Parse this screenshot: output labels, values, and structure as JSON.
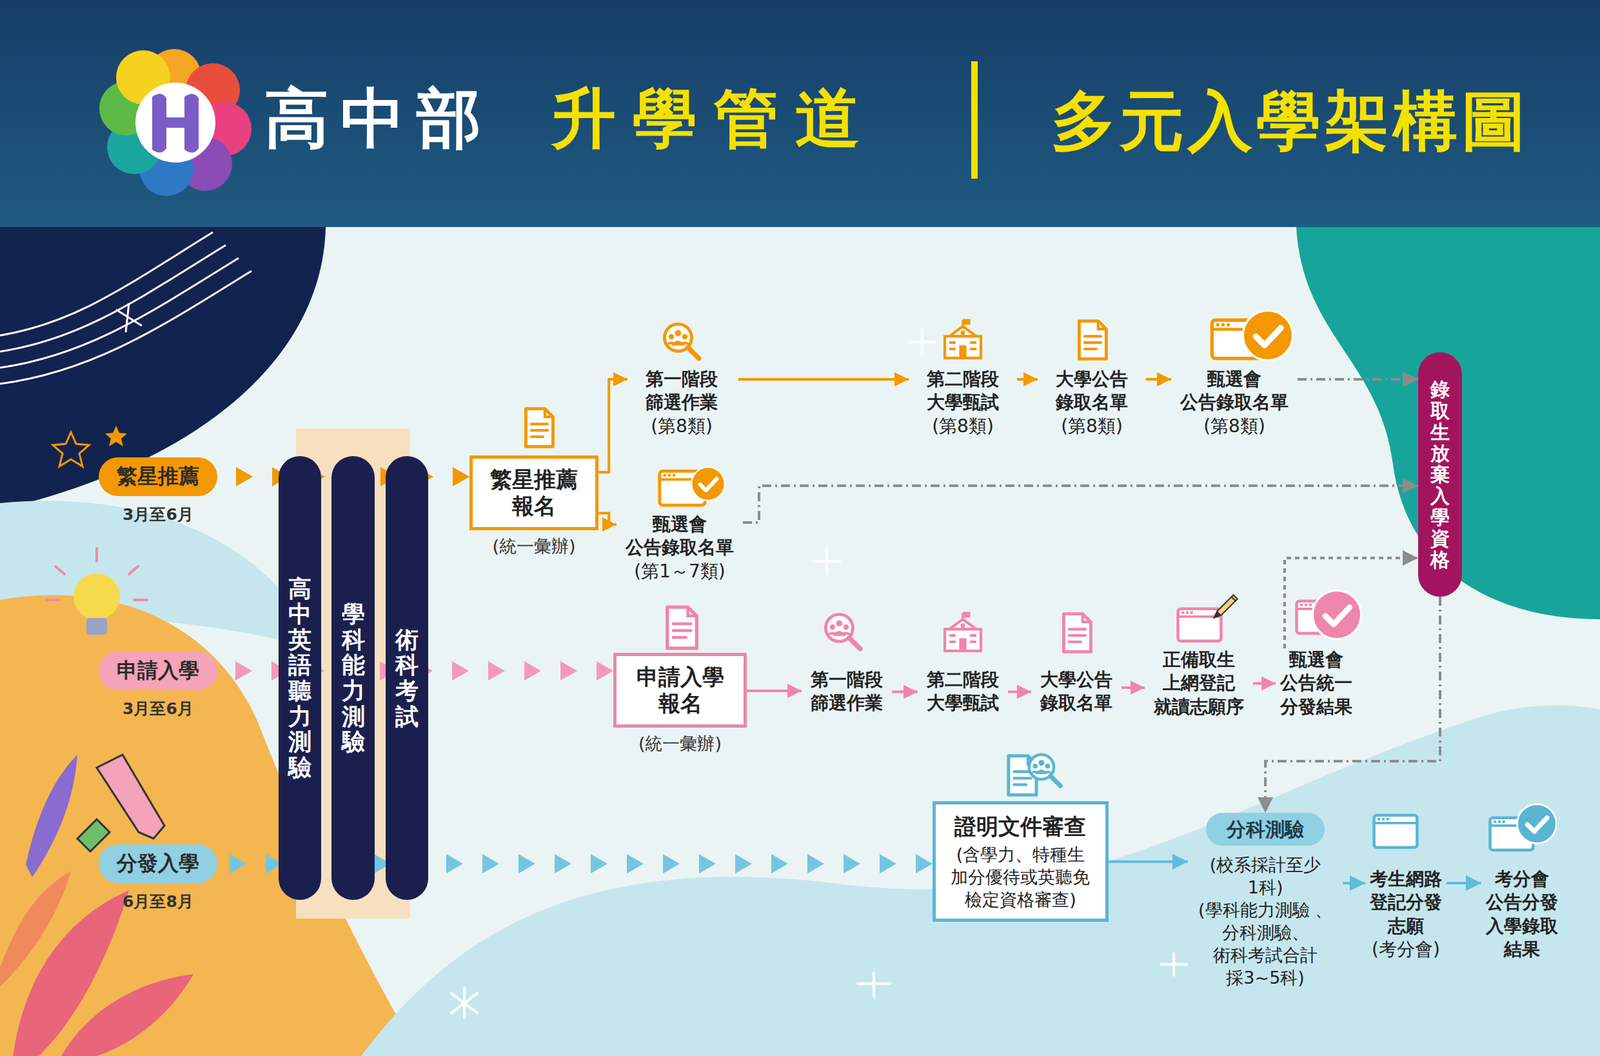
{
  "diagram": {
    "title": "多元入學架構圖",
    "nodes": [
      {
        "text": [
          "繁星推薦",
          "3月至6月"
        ]
      },
      {
        "text": [
          "申請入學",
          "3月至6月"
        ]
      },
      {
        "text": [
          "分發入學",
          "6月至8月"
        ]
      },
      {
        "text": [
          "高中英語聽力測驗"
        ]
      },
      {
        "text": [
          "學科能力測驗"
        ]
      },
      {
        "text": [
          "術科考試"
        ]
      },
      {
        "text": [
          "繁星推薦 報名",
          "(統一彙辦)"
        ]
      },
      {
        "text": [
          "第一階段 篩選作業",
          "(第8類)"
        ]
      },
      {
        "text": [
          "第二階段 大學甄試",
          "(第8類)"
        ]
      },
      {
        "text": [
          "大學公告 錄取名單",
          "(第8類)"
        ]
      },
      {
        "text": [
          "甄選會 公告錄取名單",
          "(第8類)"
        ]
      },
      {
        "text": [
          "甄選會 公告錄取名單",
          "(第1～7類)"
        ]
      },
      {
        "text": [
          "錄取生放棄入學資格"
        ]
      },
      {
        "text": [
          "申請入學 報名",
          "(統一彙辦)"
        ]
      },
      {
        "text": [
          "第一階段 篩選作業"
        ]
      },
      {
        "text": [
          "第二階段 大學甄試"
        ]
      },
      {
        "text": [
          "大學公告 錄取名單"
        ]
      },
      {
        "text": [
          "正備取生 上網登記 就讀志願序"
        ]
      },
      {
        "text": [
          "甄選會 公告統一 分發結果"
        ]
      },
      {
        "text": [
          "證明文件審查",
          "(含學力、特種生 加分優待或英聽免 檢定資格審查)"
        ]
      },
      {
        "text": [
          "分科測驗",
          "(校系採計至少 1科)",
          "(學科能力測驗 、分科測驗、 術科考試合計 採3~5科)"
        ]
      },
      {
        "text": [
          "考生網路 登記分發 志願",
          "(考分會)"
        ]
      },
      {
        "text": [
          "考分會 公告分發 入學錄取 結果"
        ]
      }
    ],
    "edges": [
      {
        "from": 0,
        "to": 6,
        "arrow": "to"
      },
      {
        "from": 1,
        "to": 13,
        "arrow": "to"
      },
      {
        "from": 2,
        "to": 19,
        "arrow": "to"
      },
      {
        "from": 6,
        "to": 7,
        "arrow": "to"
      },
      {
        "from": 6,
        "to": 11,
        "arrow": "to"
      },
      {
        "from": 7,
        "to": 8,
        "arrow": "to"
      },
      {
        "from": 8,
        "to": 9,
        "arrow": "to"
      },
      {
        "from": 9,
        "to": 10,
        "arrow": "to"
      },
      {
        "from": 10,
        "to": 12,
        "arrow": "to"
      },
      {
        "from": 11,
        "to": 12,
        "arrow": "to"
      },
      {
        "from": 13,
        "to": 14,
        "arrow": "to"
      },
      {
        "from": 14,
        "to": 15,
        "arrow": "to"
      },
      {
        "from": 15,
        "to": 16,
        "arrow": "to"
      },
      {
        "from": 16,
        "to": 17,
        "arrow": "to"
      },
      {
        "from": 17,
        "to": 18,
        "arrow": "to"
      },
      {
        "from": 18,
        "to": 12,
        "arrow": "to"
      },
      {
        "from": 12,
        "to": 20,
        "arrow": "to"
      },
      {
        "from": 19,
        "to": 20,
        "arrow": "to"
      },
      {
        "from": 20,
        "to": 21,
        "arrow": "to"
      },
      {
        "from": 21,
        "to": 22,
        "arrow": "to"
      }
    ],
    "labels": [
      "高中部",
      "升學管道"
    ]
  }
}
